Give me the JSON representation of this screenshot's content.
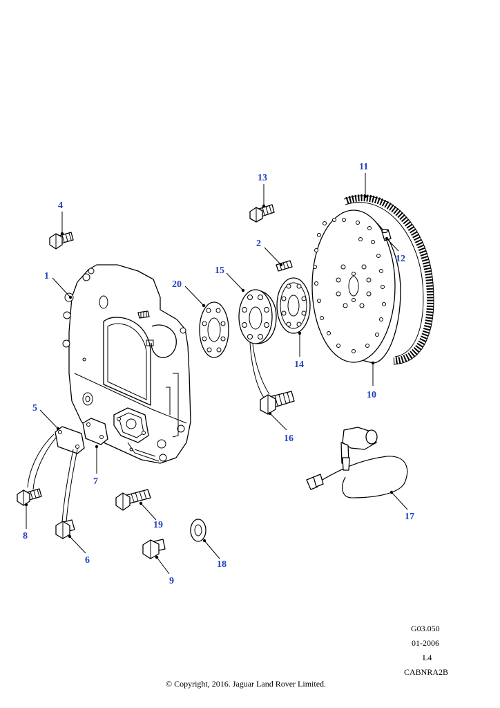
{
  "accent_color": "#1f3fbf",
  "callouts": [
    {
      "id": "1",
      "label": "1"
    },
    {
      "id": "2",
      "label": "2"
    },
    {
      "id": "4",
      "label": "4"
    },
    {
      "id": "5",
      "label": "5"
    },
    {
      "id": "6",
      "label": "6"
    },
    {
      "id": "7",
      "label": "7"
    },
    {
      "id": "8",
      "label": "8"
    },
    {
      "id": "9",
      "label": "9"
    },
    {
      "id": "10",
      "label": "10"
    },
    {
      "id": "11",
      "label": "11"
    },
    {
      "id": "12",
      "label": "12"
    },
    {
      "id": "13",
      "label": "13"
    },
    {
      "id": "14",
      "label": "14"
    },
    {
      "id": "15",
      "label": "15"
    },
    {
      "id": "16",
      "label": "16"
    },
    {
      "id": "17",
      "label": "17"
    },
    {
      "id": "18",
      "label": "18"
    },
    {
      "id": "19",
      "label": "19"
    },
    {
      "id": "20",
      "label": "20"
    }
  ],
  "meta": {
    "code": "G03.050",
    "date": "01-2006",
    "level": "L4",
    "ref": "CABNRA2B"
  },
  "copyright": "© Copyright, 2016. Jaguar Land Rover Limited."
}
